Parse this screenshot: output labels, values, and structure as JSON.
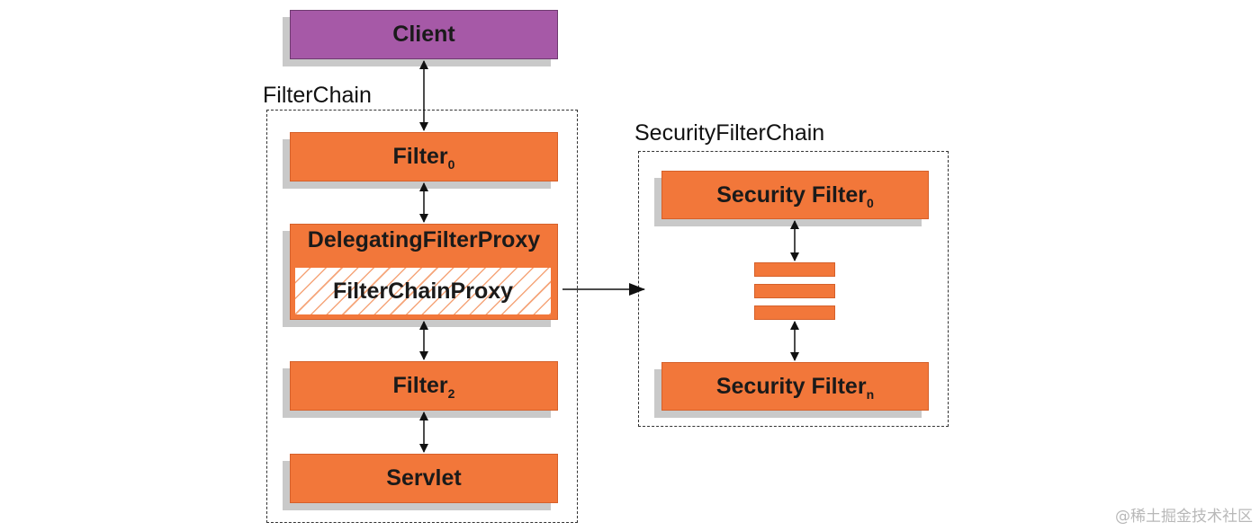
{
  "client": {
    "label": "Client"
  },
  "filter_chain": {
    "title": "FilterChain",
    "filter0": {
      "name": "Filter",
      "sub": "0"
    },
    "delegating": {
      "title": "DelegatingFilterProxy",
      "inner": "FilterChainProxy"
    },
    "filter2": {
      "name": "Filter",
      "sub": "2"
    },
    "servlet": {
      "label": "Servlet"
    }
  },
  "security_filter_chain": {
    "title": "SecurityFilterChain",
    "first": {
      "name": "Security Filter",
      "sub": "0"
    },
    "last": {
      "name": "Security Filter",
      "sub": "n"
    }
  },
  "watermark": "@稀土掘金技术社区",
  "colors": {
    "filter_fill": "#f2773a",
    "client_fill": "#a659a7",
    "shadow": "#c9c9c9",
    "hatch": "#f5a57a"
  }
}
